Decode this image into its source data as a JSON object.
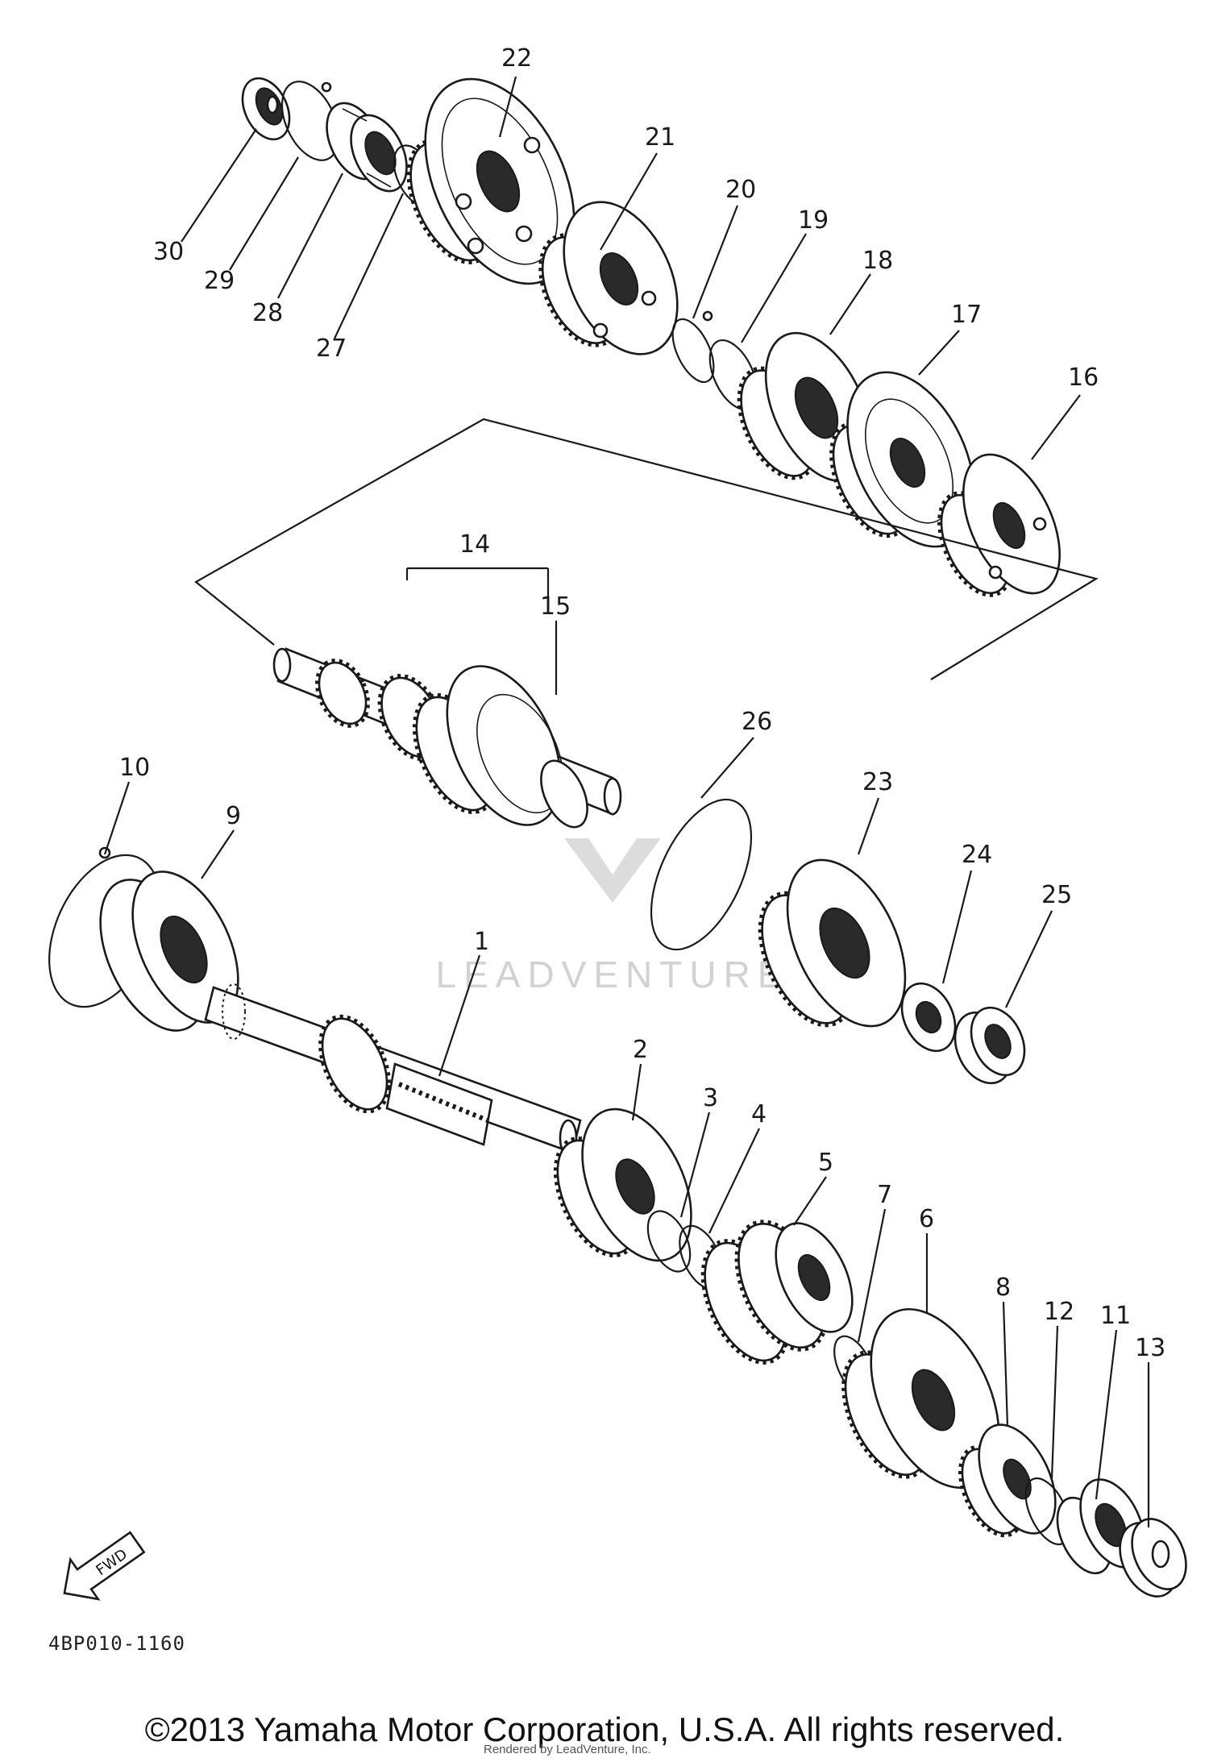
{
  "part_labels": [
    "1",
    "2",
    "3",
    "4",
    "5",
    "6",
    "7",
    "8",
    "9",
    "10",
    "11",
    "12",
    "13",
    "14",
    "15",
    "16",
    "17",
    "18",
    "19",
    "20",
    "21",
    "22",
    "23",
    "24",
    "25",
    "26",
    "27",
    "28",
    "29",
    "30"
  ],
  "fwd_badge": "FWD",
  "reference_code": "4BP010-1160",
  "watermark": "LEADVENTURE",
  "copyright": "©2013 Yamaha Motor Corporation, U.S.A. All rights reserved.",
  "rendered_by": "Rendered by LeadVenture, Inc."
}
